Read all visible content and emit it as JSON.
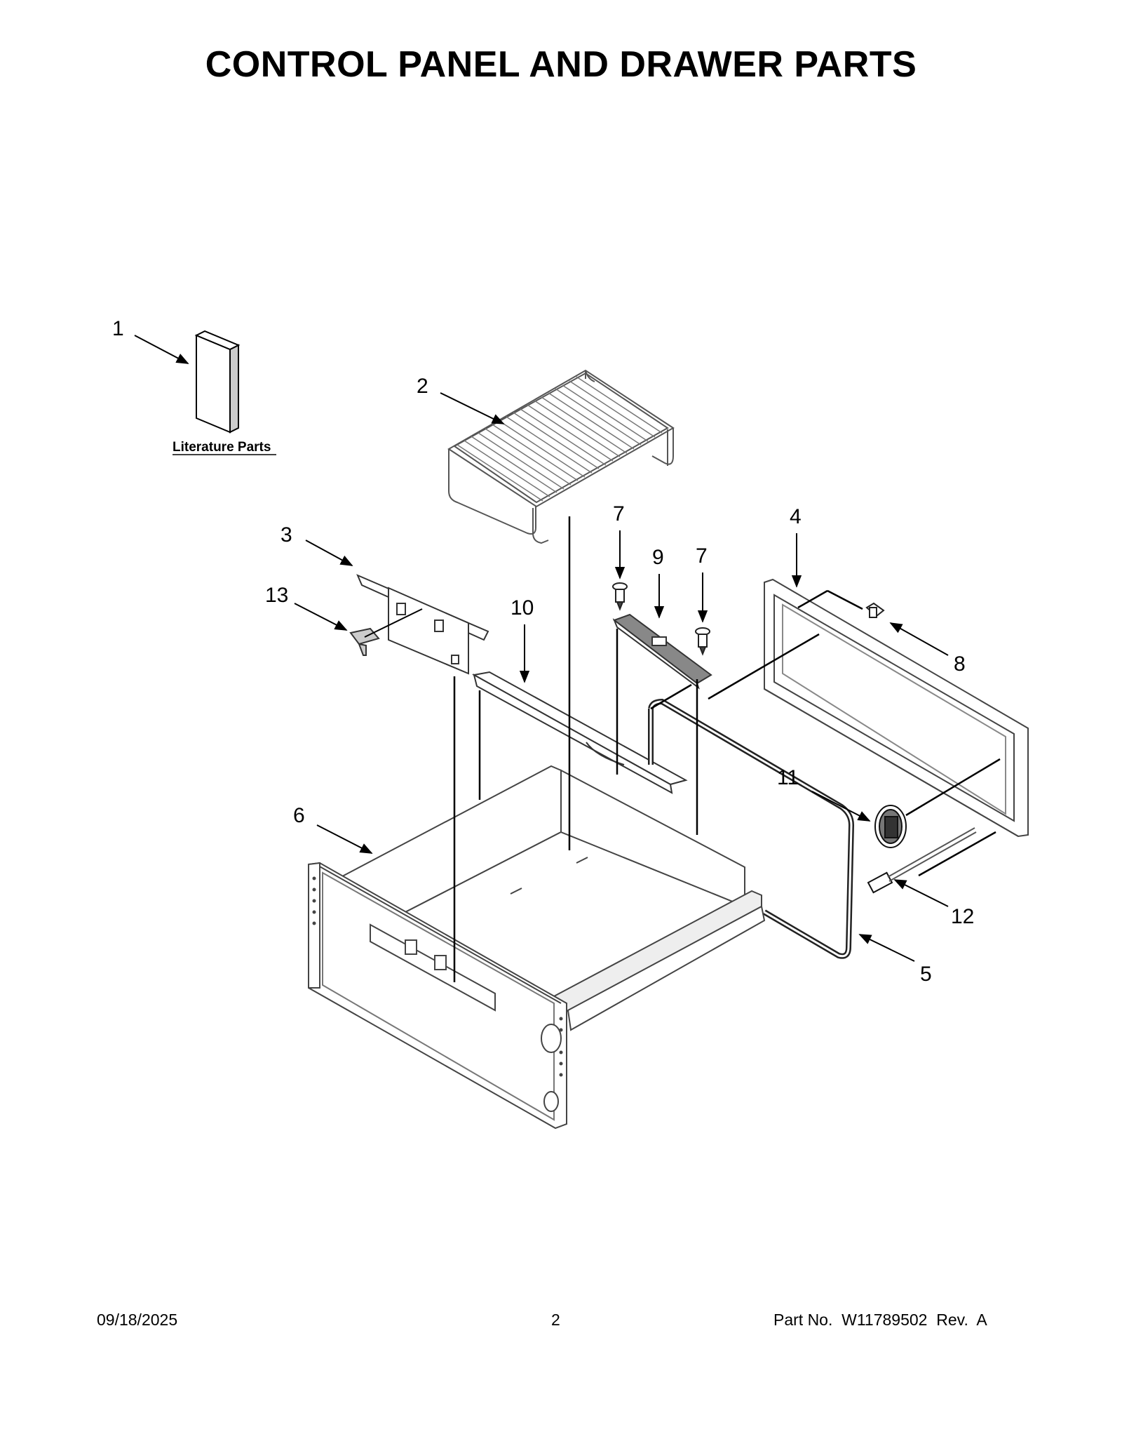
{
  "title": "CONTROL PANEL AND DRAWER PARTS",
  "literature_label": "Literature Parts",
  "callouts": {
    "c1": "1",
    "c2": "2",
    "c3": "3",
    "c4": "4",
    "c5": "5",
    "c6": "6",
    "c7a": "7",
    "c7b": "7",
    "c8": "8",
    "c9": "9",
    "c10": "10",
    "c11": "11",
    "c12": "12",
    "c13": "13"
  },
  "footer": {
    "date": "09/18/2025",
    "page": "2",
    "part": "Part No.  W11789502  Rev.  A"
  }
}
